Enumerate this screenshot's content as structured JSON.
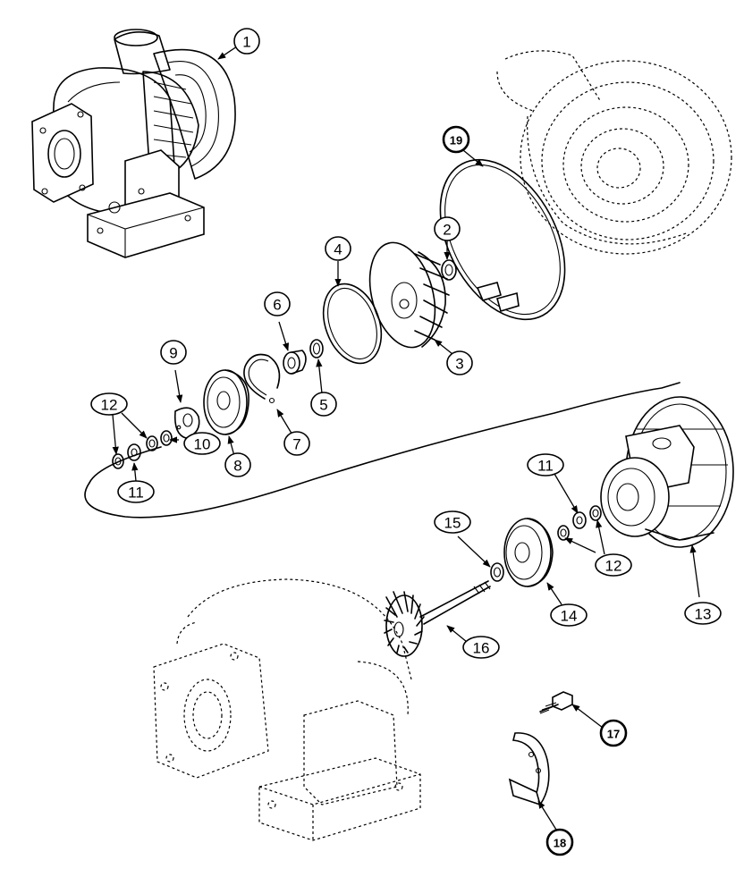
{
  "callouts": {
    "c1": "1",
    "c2": "2",
    "c3": "3",
    "c4": "4",
    "c5": "5",
    "c6": "6",
    "c7": "7",
    "c8": "8",
    "c9": "9",
    "c10": "10",
    "c11a": "11",
    "c11b": "11",
    "c12a": "12",
    "c12b": "12",
    "c13": "13",
    "c14": "14",
    "c15": "15",
    "c16": "16",
    "c17": "17",
    "c18": "18",
    "c19": "19"
  }
}
